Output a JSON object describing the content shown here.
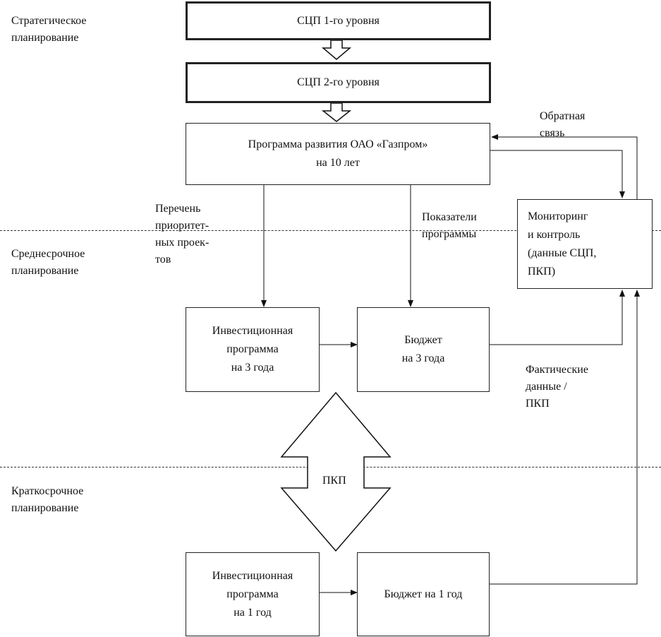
{
  "levels": {
    "strategic": "Стратегическое\nпланирование",
    "medium": "Среднесрочное\nпланирование",
    "short": "Краткосрочное\nпланирование"
  },
  "boxes": {
    "scp1": "СЦП 1-го уровня",
    "scp2": "СЦП 2-го уровня",
    "program10": "Программа развития ОАО «Газпром»\nна 10 лет",
    "monitoring": "Мониторинг\nи контроль\n(данные СЦП,\nПКП)",
    "invest3": "Инвестиционная\nпрограмма\nна 3 года",
    "budget3": "Бюджет\nна 3 года",
    "invest1": "Инвестиционная\nпрограмма\nна 1 год",
    "budget1": "Бюджет на 1 год"
  },
  "labels": {
    "feedback": "Обратная\nсвязь",
    "priority_projects": "Перечень\nприоритет-\nных проек-\nтов",
    "indicators": "Показатели\nпрограммы",
    "actual_data": "Фактические\nданные /\nПКП",
    "pkp": "ПКП"
  }
}
